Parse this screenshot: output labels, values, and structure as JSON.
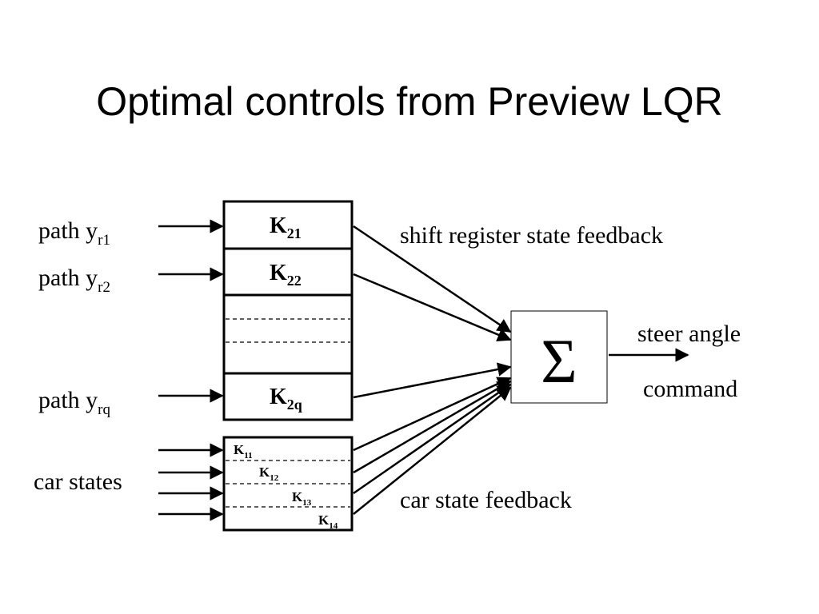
{
  "title": "Optimal controls from Preview LQR",
  "inputs": {
    "path_r1": {
      "base": "path y",
      "sub": "r1"
    },
    "path_r2": {
      "base": "path y",
      "sub": "r2"
    },
    "path_rq": {
      "base": "path y",
      "sub": "rq"
    },
    "car_states": "car states"
  },
  "gains_top": [
    {
      "base": "K",
      "sub": "21"
    },
    {
      "base": "K",
      "sub": "22"
    },
    {
      "base": "K",
      "sub": "2q"
    }
  ],
  "gains_bottom": [
    {
      "base": "K",
      "sub": "11"
    },
    {
      "base": "K",
      "sub": "12"
    },
    {
      "base": "K",
      "sub": "13"
    },
    {
      "base": "K",
      "sub": "14"
    }
  ],
  "sum_symbol": "Σ",
  "labels": {
    "shift_feedback": "shift register state feedback",
    "car_feedback": "car state feedback",
    "output_line1": "steer angle",
    "output_line2": "command"
  }
}
